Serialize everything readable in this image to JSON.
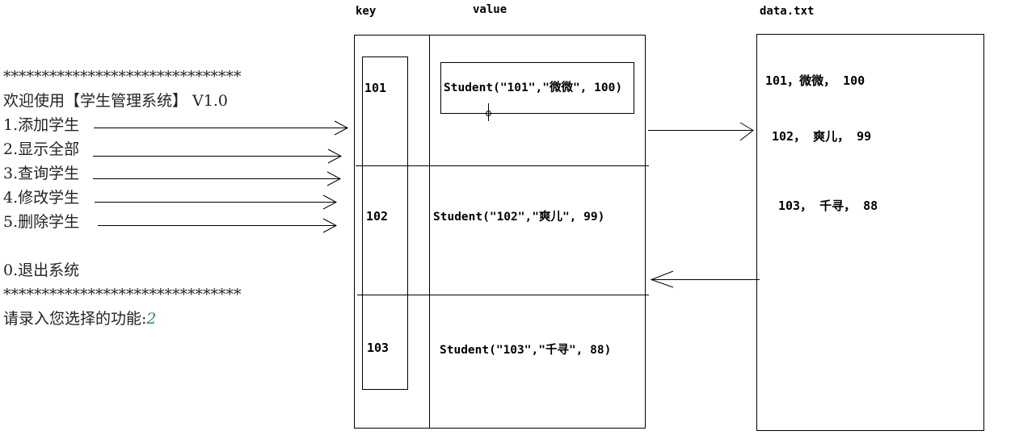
{
  "console": {
    "stars_top": "*******************************",
    "welcome": "欢迎使用【学生管理系统】 V1.0",
    "menu": [
      "1.添加学生",
      "2.显示全部",
      "3.查询学生",
      "4.修改学生",
      "5.删除学生"
    ],
    "exit": "0.退出系统",
    "stars_bottom": "*******************************",
    "prompt": "请录入您选择的功能:",
    "input_value": "2"
  },
  "map": {
    "key_header": "key",
    "value_header": "value",
    "rows": [
      {
        "key": "101",
        "value": "Student(\"101\",\"微微\", 100)"
      },
      {
        "key": "102",
        "value": "Student(\"102\",\"爽儿\", 99)"
      },
      {
        "key": "103",
        "value": "Student(\"103\",\"千寻\", 88)"
      }
    ]
  },
  "file": {
    "title": "data.txt",
    "lines": [
      "101，微微， 100",
      "102， 爽儿， 99",
      "103， 千寻， 88"
    ]
  },
  "colors": {
    "line": "#000000",
    "input": "#2e8b57"
  }
}
